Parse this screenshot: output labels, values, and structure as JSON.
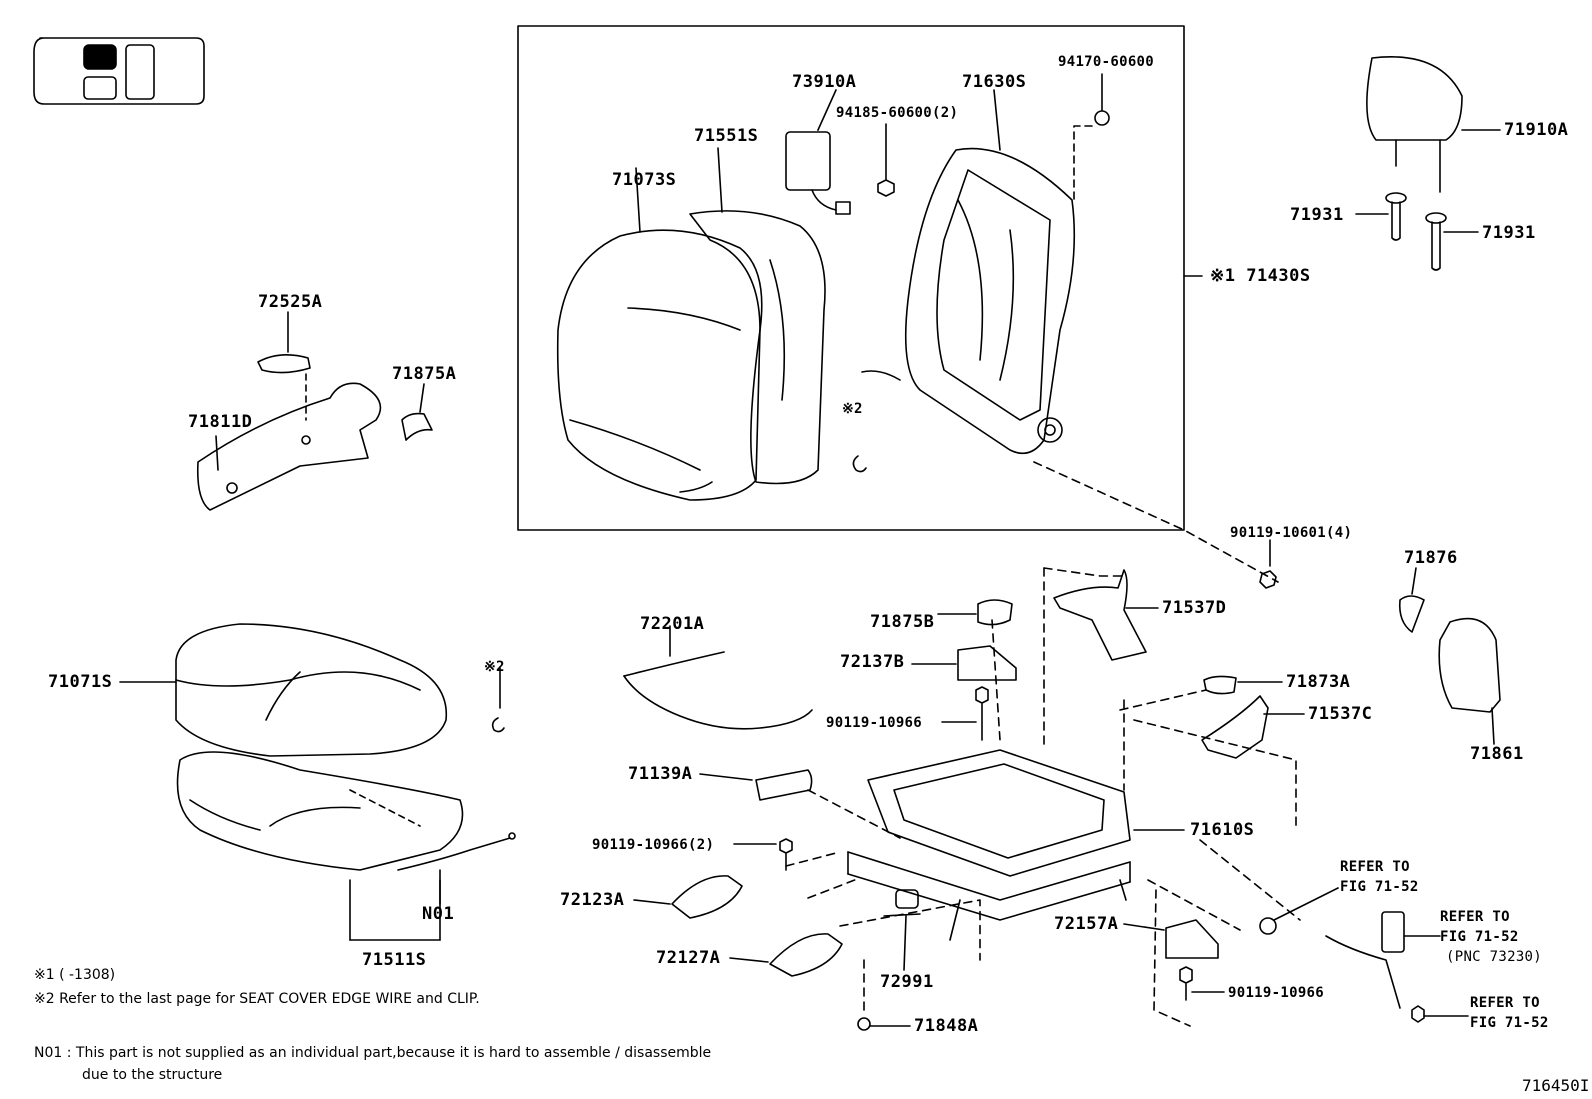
{
  "diagram_code": "716450I",
  "labels": {
    "p73910A": "73910A",
    "p71630S": "71630S",
    "p94170": "94170-60600",
    "p94185": "94185-60600(2)",
    "p71551S": "71551S",
    "p71073S": "71073S",
    "p71430S": "※1 71430S",
    "p2a": "※2",
    "p71910A": "71910A",
    "p71931a": "71931",
    "p71931b": "71931",
    "p72525A": "72525A",
    "p71875A": "71875A",
    "p71811D": "71811D",
    "p90119_10601": "90119-10601(4)",
    "p71876": "71876",
    "p71875B": "71875B",
    "p71537D": "71537D",
    "p72201A": "72201A",
    "p72137B": "72137B",
    "p71071S": "71071S",
    "p2b": "※2",
    "p90119_10966a": "90119-10966",
    "p71873A": "71873A",
    "p71537C": "71537C",
    "p71861": "71861",
    "p71139A": "71139A",
    "p71610S": "71610S",
    "p90119_10966b": "90119-10966(2)",
    "p72123A": "72123A",
    "p72991": "72991",
    "p72157A": "72157A",
    "p72127A": "72127A",
    "p90119_10966c": "90119-10966",
    "p71848A": "71848A",
    "p71511S": "71511S",
    "pN01": "N01",
    "ref1a": "REFER TO",
    "ref1b": "FIG 71-52",
    "ref2a": "REFER TO",
    "ref2b": "FIG 71-52",
    "ref2c": "(PNC 73230)",
    "ref3a": "REFER TO",
    "ref3b": "FIG 71-52"
  },
  "notes": {
    "n1": "※1 (       -1308)",
    "n2": "※2 Refer to the last page for SEAT COVER EDGE WIRE and CLIP.",
    "n3": "N01 : This part is not supplied as an individual part,because it is hard to assemble / disassemble",
    "n4": "due to the structure"
  }
}
